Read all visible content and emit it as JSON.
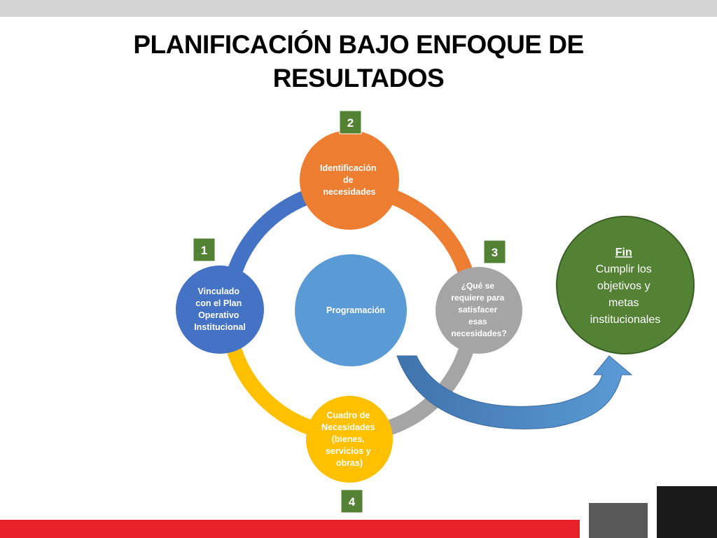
{
  "title": {
    "line1": "PLANIFICACIÓN BAJO ENFOQUE DE",
    "line2": "RESULTADOS"
  },
  "center": {
    "label": "Programación"
  },
  "nodes": [
    {
      "badge": "1",
      "lines": [
        "Vinculado",
        "con el Plan",
        "Operativo",
        "Institucional"
      ],
      "color": "#4472c4"
    },
    {
      "badge": "2",
      "lines": [
        "Identificación",
        "de",
        "necesidades"
      ],
      "color": "#ed7d31"
    },
    {
      "badge": "3",
      "lines": [
        "¿Qué se",
        "requiere para",
        "satisfacer",
        "esas",
        "necesidades?"
      ],
      "color": "#a5a5a5"
    },
    {
      "badge": "4",
      "lines": [
        "Cuadro de",
        "Necesidades",
        "(bienes,",
        "servicios y",
        "obras)"
      ],
      "color": "#ffc000"
    }
  ],
  "fin": {
    "heading": "Fin",
    "lines": [
      "Cumplir los",
      "objetivos y",
      "metas",
      "institucionales"
    ],
    "color": "#548235"
  },
  "colors": {
    "badge": "#548235",
    "center": "#5b9bd5",
    "arrow": "#4e86c6",
    "accent_red": "#e8202a"
  }
}
